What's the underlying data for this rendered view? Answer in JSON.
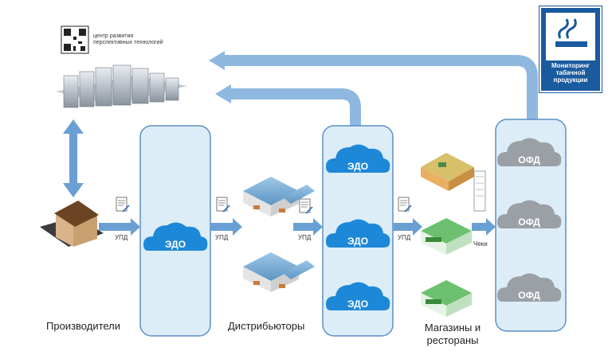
{
  "brand": {
    "text": "центр развития перспективных технологий"
  },
  "badge": {
    "title": "Мониторинг табачной продукции"
  },
  "captions": {
    "producers": "Производители",
    "distributors": "Дистрибьюторы",
    "shops": "Магазины и рестораны"
  },
  "doc_labels": {
    "upd1": "УПД",
    "upd2": "УПД",
    "upd3": "УПД",
    "upd4": "УПД",
    "checks": "Чеки"
  },
  "clouds": {
    "edo_main": "ЭДО",
    "edo_1": "ЭДО",
    "edo_2": "ЭДО",
    "edo_3": "ЭДО",
    "ofd_1": "ОФД",
    "ofd_2": "ОФД",
    "ofd_3": "ОФД"
  },
  "colors": {
    "panel_fill": "#d9ecf7",
    "panel_stroke": "#5b8fc7",
    "arrow": "#6a9fd4",
    "cloud_edo": "#1e88d8",
    "cloud_ofd": "#9aa0a6",
    "badge": "#1a5a9e"
  }
}
